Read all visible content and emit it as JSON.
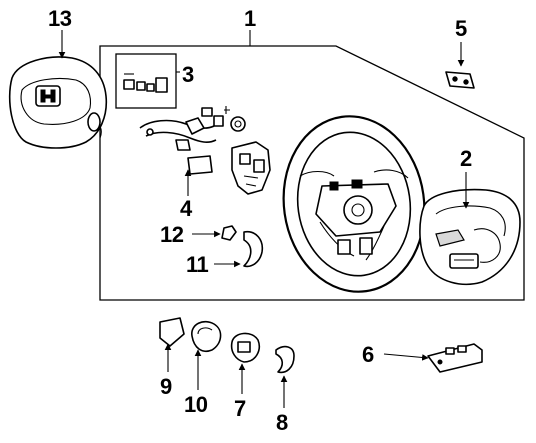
{
  "callouts": {
    "n1": "1",
    "n2": "2",
    "n3": "3",
    "n4": "4",
    "n5": "5",
    "n6": "6",
    "n7": "7",
    "n8": "8",
    "n9": "9",
    "n10": "10",
    "n11": "11",
    "n12": "12",
    "n13": "13"
  },
  "logo_text": "H"
}
